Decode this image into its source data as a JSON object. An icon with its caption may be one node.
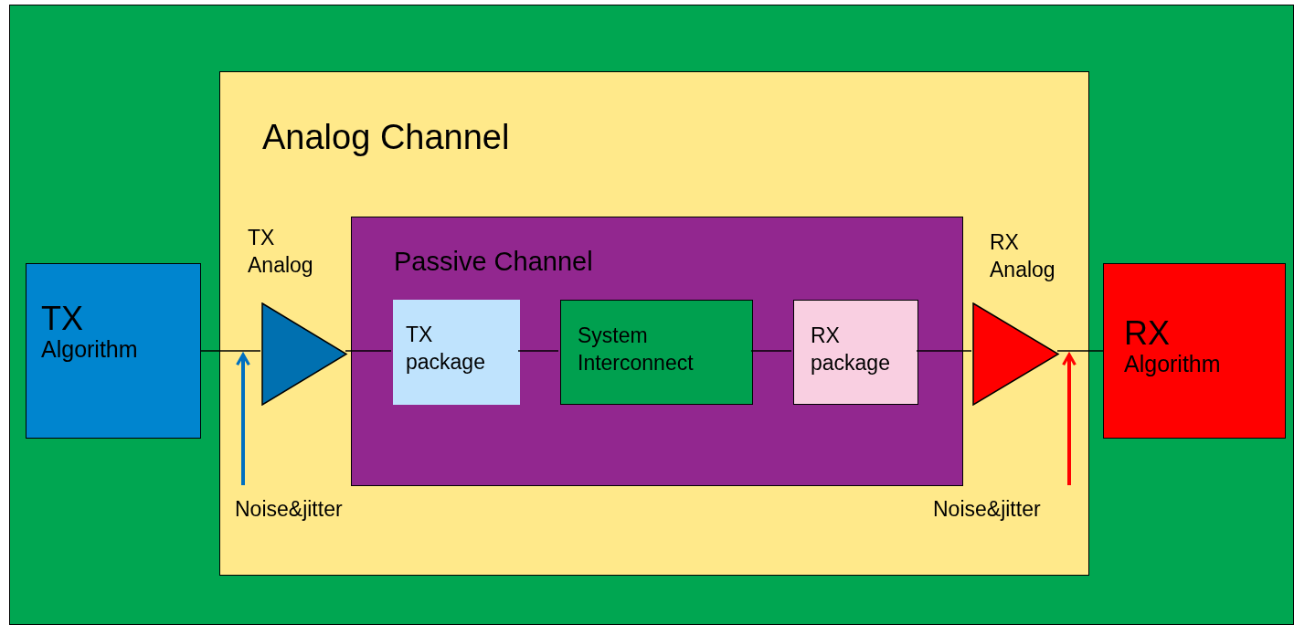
{
  "diagram": {
    "nodes": [
      {
        "text": [
          "Analog Channel"
        ]
      },
      {
        "text": [
          "TX",
          "Algorithm"
        ]
      },
      {
        "text": [
          "TX Analog"
        ],
        "in": 0
      },
      {
        "text": [
          "Passive Channel"
        ],
        "in": 0
      },
      {
        "text": [
          "TX package"
        ],
        "in": 3
      },
      {
        "text": [
          "System Interconnect"
        ],
        "in": 3
      },
      {
        "text": [
          "RX package"
        ],
        "in": 3
      },
      {
        "text": [
          "RX Analog"
        ],
        "in": 0
      },
      {
        "text": [
          "RX",
          "Algorithm"
        ]
      },
      {
        "text": [
          "Noise&jitter"
        ],
        "in": 0
      },
      {
        "text": [
          "Noise&jitter"
        ],
        "in": 0
      }
    ],
    "edges": [
      {
        "from": 1,
        "to": 2,
        "arrow": "none"
      },
      {
        "from": 2,
        "to": 4,
        "arrow": "none"
      },
      {
        "from": 4,
        "to": 5,
        "arrow": "none"
      },
      {
        "from": 5,
        "to": 6,
        "arrow": "none"
      },
      {
        "from": 6,
        "to": 7,
        "arrow": "none"
      },
      {
        "from": 7,
        "to": 8,
        "arrow": "none"
      },
      {
        "from": 9,
        "to": 2,
        "arrow": "to",
        "style": "thick",
        "color": "#0070c0"
      },
      {
        "from": 10,
        "to": 7,
        "arrow": "to",
        "style": "thick",
        "color": "#ff0000"
      }
    ]
  }
}
